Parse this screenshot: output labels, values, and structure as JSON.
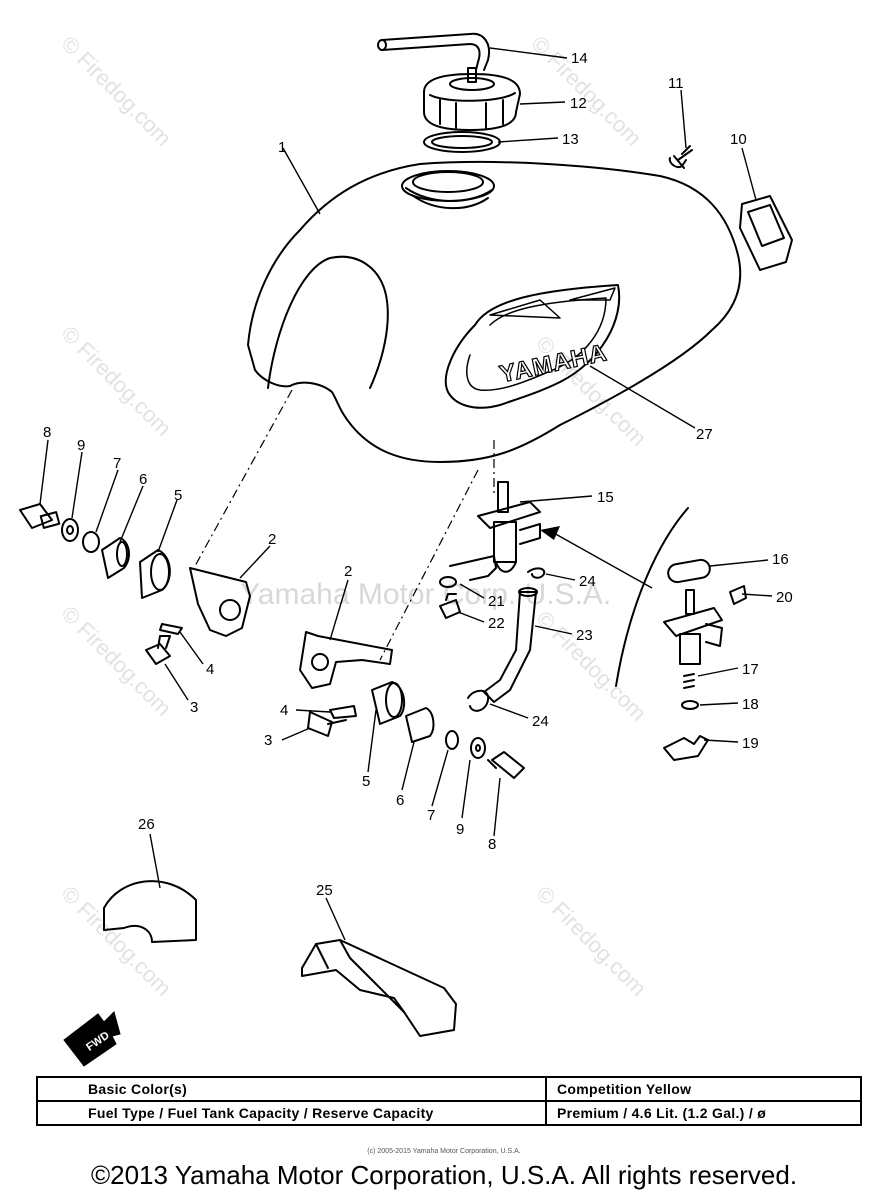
{
  "brand_logo": "YAMAHA",
  "fwd_label": "FWD",
  "watermark": "© Firedog.com",
  "center_watermark": "Yamaha Motor Corp. U.S.A.",
  "callouts": [
    "1",
    "2",
    "2",
    "3",
    "3",
    "4",
    "4",
    "5",
    "5",
    "6",
    "6",
    "7",
    "7",
    "8",
    "8",
    "9",
    "9",
    "10",
    "11",
    "12",
    "13",
    "14",
    "15",
    "16",
    "17",
    "18",
    "19",
    "20",
    "21",
    "22",
    "23",
    "24",
    "24",
    "25",
    "26",
    "27"
  ],
  "spec_table": {
    "rows": [
      {
        "label": "Basic Color(s)",
        "value": "Competition Yellow"
      },
      {
        "label": "Fuel Type / Fuel Tank Capacity / Reserve Capacity",
        "value": "Premium / 4.6 Lit. (1.2 Gal.) / ø"
      }
    ]
  },
  "small_copyright": "(c) 2005-2015 Yamaha Motor Corporation, U.S.A.",
  "footer_copyright": "©2013 Yamaha Motor Corporation, U.S.A. All rights reserved."
}
